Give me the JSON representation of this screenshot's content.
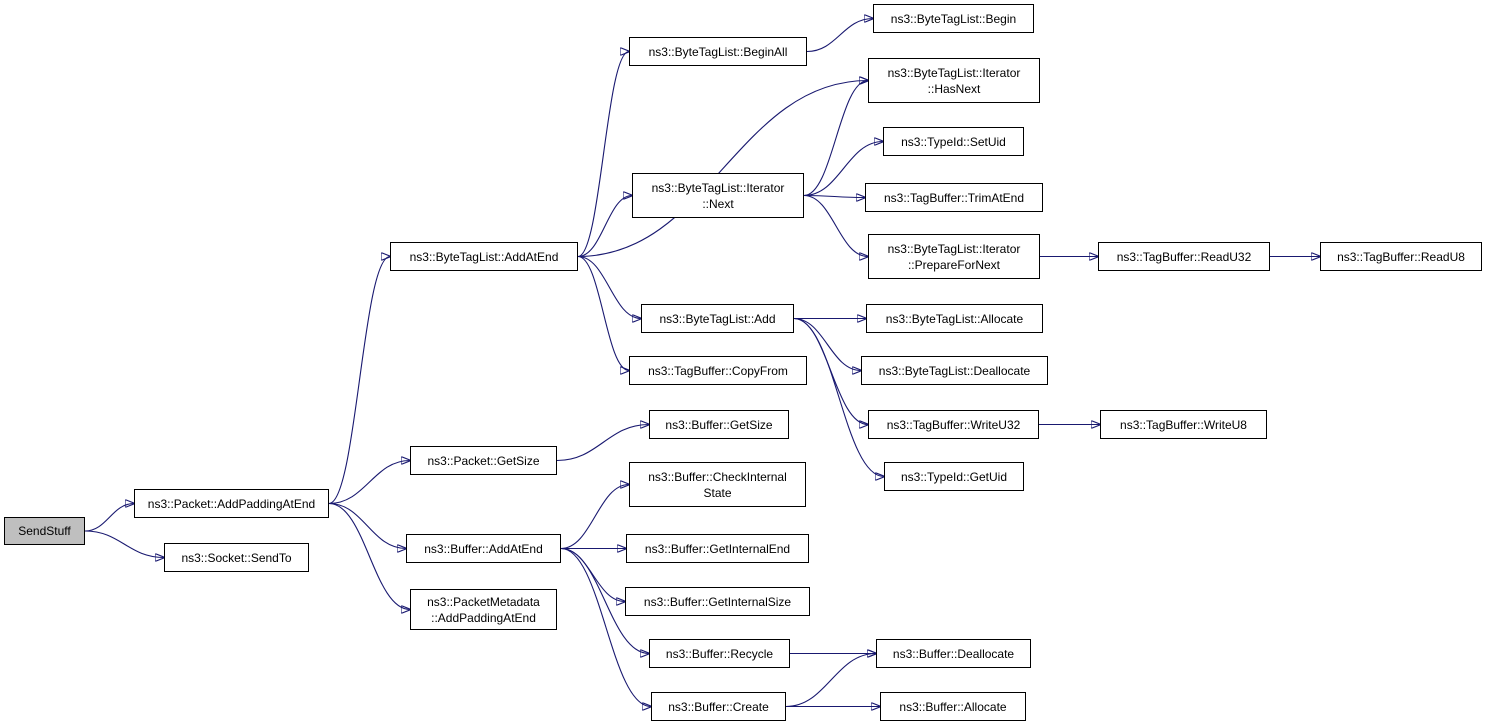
{
  "colors": {
    "edge": "#191970",
    "root_fill": "#bfbfbf",
    "node_fill": "#ffffff",
    "border": "#000000"
  },
  "nodes": {
    "send_stuff": [
      "SendStuff"
    ],
    "packet_add_padding_at_end": [
      "ns3::Packet::AddPaddingAtEnd"
    ],
    "socket_send_to": [
      "ns3::Socket::SendTo"
    ],
    "byte_tag_list_add_at_end": [
      "ns3::ByteTagList::AddAtEnd"
    ],
    "packet_get_size": [
      "ns3::Packet::GetSize"
    ],
    "buffer_add_at_end": [
      "ns3::Buffer::AddAtEnd"
    ],
    "packet_metadata_add_padding_at_end": [
      "ns3::PacketMetadata",
      "::AddPaddingAtEnd"
    ],
    "byte_tag_list_begin_all": [
      "ns3::ByteTagList::BeginAll"
    ],
    "byte_tag_list_iterator_next": [
      "ns3::ByteTagList::Iterator",
      "::Next"
    ],
    "byte_tag_list_add": [
      "ns3::ByteTagList::Add"
    ],
    "tag_buffer_copy_from": [
      "ns3::TagBuffer::CopyFrom"
    ],
    "buffer_get_size": [
      "ns3::Buffer::GetSize"
    ],
    "buffer_check_internal_state": [
      "ns3::Buffer::CheckInternal",
      "State"
    ],
    "buffer_get_internal_end": [
      "ns3::Buffer::GetInternalEnd"
    ],
    "buffer_get_internal_size": [
      "ns3::Buffer::GetInternalSize"
    ],
    "buffer_recycle": [
      "ns3::Buffer::Recycle"
    ],
    "buffer_create": [
      "ns3::Buffer::Create"
    ],
    "byte_tag_list_begin": [
      "ns3::ByteTagList::Begin"
    ],
    "byte_tag_list_iterator_has_next": [
      "ns3::ByteTagList::Iterator",
      "::HasNext"
    ],
    "type_id_set_uid": [
      "ns3::TypeId::SetUid"
    ],
    "tag_buffer_trim_at_end": [
      "ns3::TagBuffer::TrimAtEnd"
    ],
    "byte_tag_list_iterator_prepare_for_next": [
      "ns3::ByteTagList::Iterator",
      "::PrepareForNext"
    ],
    "byte_tag_list_allocate": [
      "ns3::ByteTagList::Allocate"
    ],
    "byte_tag_list_deallocate": [
      "ns3::ByteTagList::Deallocate"
    ],
    "tag_buffer_write_u32": [
      "ns3::TagBuffer::WriteU32"
    ],
    "type_id_get_uid": [
      "ns3::TypeId::GetUid"
    ],
    "buffer_deallocate": [
      "ns3::Buffer::Deallocate"
    ],
    "buffer_allocate": [
      "ns3::Buffer::Allocate"
    ],
    "tag_buffer_read_u32": [
      "ns3::TagBuffer::ReadU32"
    ],
    "tag_buffer_write_u8": [
      "ns3::TagBuffer::WriteU8"
    ],
    "tag_buffer_read_u8": [
      "ns3::TagBuffer::ReadU8"
    ]
  },
  "edges": [
    [
      "send_stuff",
      "packet_add_padding_at_end"
    ],
    [
      "send_stuff",
      "socket_send_to"
    ],
    [
      "packet_add_padding_at_end",
      "byte_tag_list_add_at_end"
    ],
    [
      "packet_add_padding_at_end",
      "packet_get_size"
    ],
    [
      "packet_add_padding_at_end",
      "buffer_add_at_end"
    ],
    [
      "packet_add_padding_at_end",
      "packet_metadata_add_padding_at_end"
    ],
    [
      "byte_tag_list_add_at_end",
      "byte_tag_list_begin_all"
    ],
    [
      "byte_tag_list_add_at_end",
      "byte_tag_list_iterator_has_next"
    ],
    [
      "byte_tag_list_add_at_end",
      "byte_tag_list_iterator_next"
    ],
    [
      "byte_tag_list_add_at_end",
      "byte_tag_list_add"
    ],
    [
      "byte_tag_list_add_at_end",
      "tag_buffer_copy_from"
    ],
    [
      "byte_tag_list_begin_all",
      "byte_tag_list_begin"
    ],
    [
      "byte_tag_list_iterator_next",
      "byte_tag_list_iterator_has_next"
    ],
    [
      "byte_tag_list_iterator_next",
      "type_id_set_uid"
    ],
    [
      "byte_tag_list_iterator_next",
      "tag_buffer_trim_at_end"
    ],
    [
      "byte_tag_list_iterator_next",
      "byte_tag_list_iterator_prepare_for_next"
    ],
    [
      "byte_tag_list_iterator_prepare_for_next",
      "tag_buffer_read_u32"
    ],
    [
      "tag_buffer_read_u32",
      "tag_buffer_read_u8"
    ],
    [
      "byte_tag_list_add",
      "byte_tag_list_allocate"
    ],
    [
      "byte_tag_list_add",
      "byte_tag_list_deallocate"
    ],
    [
      "byte_tag_list_add",
      "tag_buffer_write_u32"
    ],
    [
      "byte_tag_list_add",
      "type_id_get_uid"
    ],
    [
      "tag_buffer_write_u32",
      "tag_buffer_write_u8"
    ],
    [
      "packet_get_size",
      "buffer_get_size"
    ],
    [
      "buffer_add_at_end",
      "buffer_check_internal_state"
    ],
    [
      "buffer_add_at_end",
      "buffer_get_internal_end"
    ],
    [
      "buffer_add_at_end",
      "buffer_get_internal_size"
    ],
    [
      "buffer_add_at_end",
      "buffer_recycle"
    ],
    [
      "buffer_add_at_end",
      "buffer_create"
    ],
    [
      "buffer_recycle",
      "buffer_deallocate"
    ],
    [
      "buffer_create",
      "buffer_deallocate"
    ],
    [
      "buffer_create",
      "buffer_allocate"
    ]
  ]
}
